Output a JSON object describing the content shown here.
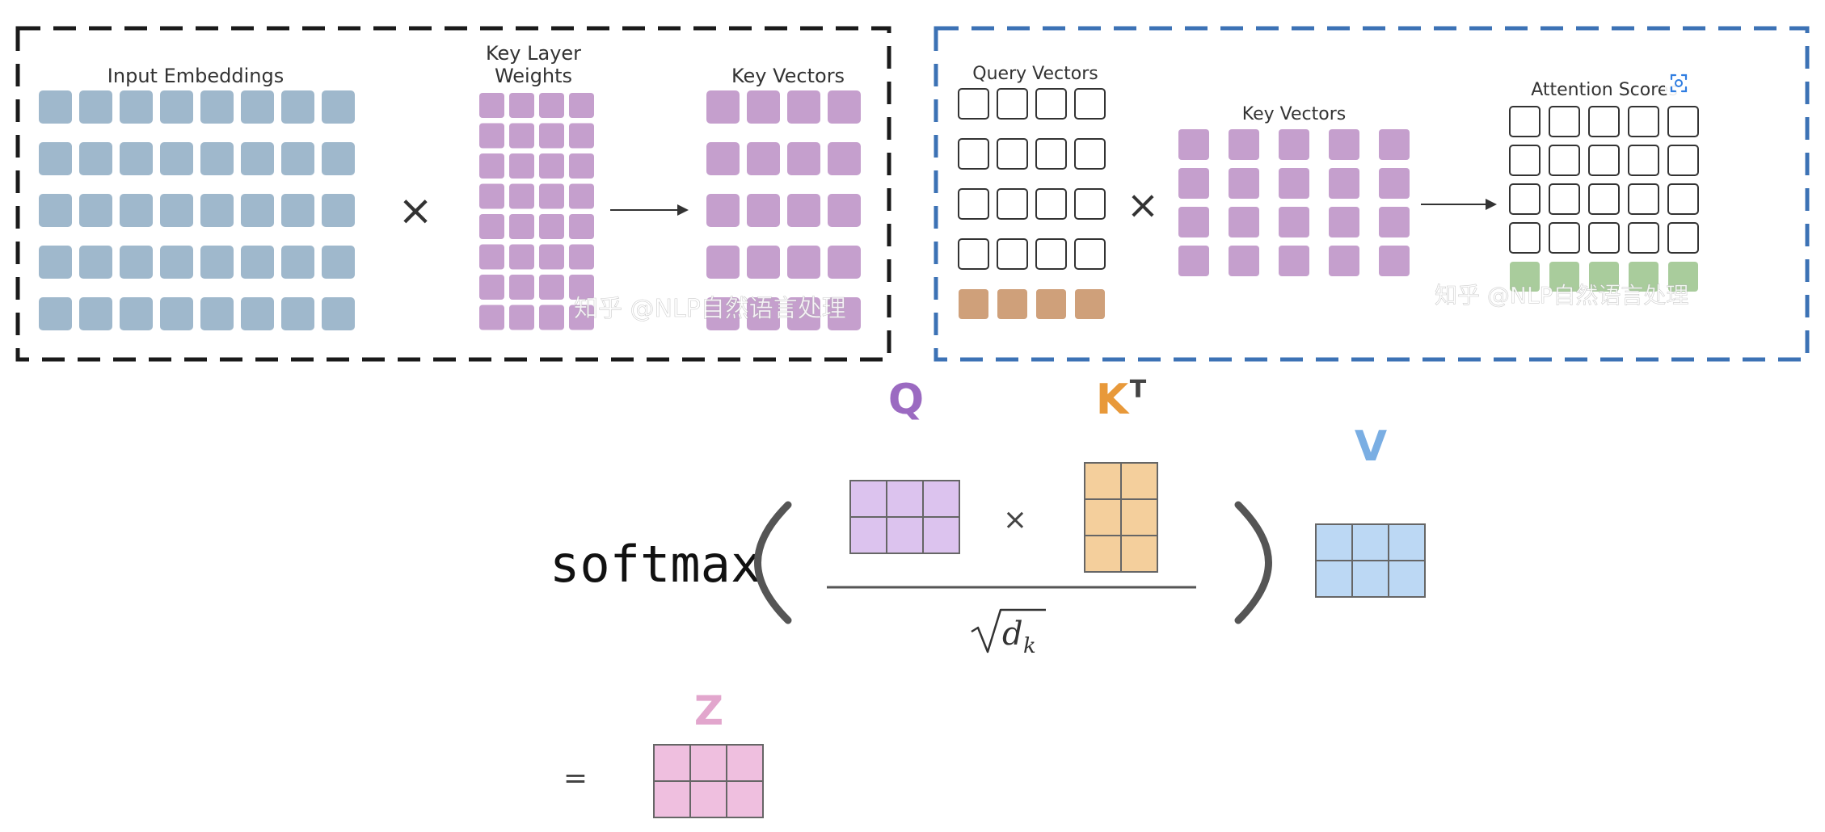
{
  "left_panel": {
    "input_label": "Input Embeddings",
    "weights_label_line1": "Key Layer",
    "weights_label_line2": "Weights",
    "output_label": "Key Vectors",
    "times_symbol": "×",
    "watermark": "知乎 @NLP自然语言处理",
    "border_color": "#1a1a1a",
    "input_color": "#9fb8cc",
    "weights_color": "#c59fcd",
    "output_color": "#c59fcd"
  },
  "right_panel": {
    "query_label": "Query Vectors",
    "key_label": "Key Vectors",
    "scores_label": "Attention Scores",
    "times_symbol": "×",
    "watermark": "知乎 @NLP自然语言处理",
    "border_color": "#3c72b5",
    "query_highlight_color": "#cfa07a",
    "key_color": "#c59fcd",
    "scores_highlight_color": "#a9cc9c"
  },
  "formula": {
    "softmax_text": "softmax",
    "q_label": "Q",
    "k_label": "K",
    "k_superscript": "T",
    "v_label": "V",
    "z_label": "Z",
    "times_symbol": "×",
    "equals_symbol": "=",
    "q_color": "#9b6ac1",
    "k_color": "#e8993a",
    "v_color": "#7aaee3",
    "z_color": "#e2a6cd",
    "q_fill": "#dcc3ee",
    "k_fill": "#f4cf9c",
    "v_fill": "#bcd8f4",
    "z_fill": "#efbfdf"
  }
}
